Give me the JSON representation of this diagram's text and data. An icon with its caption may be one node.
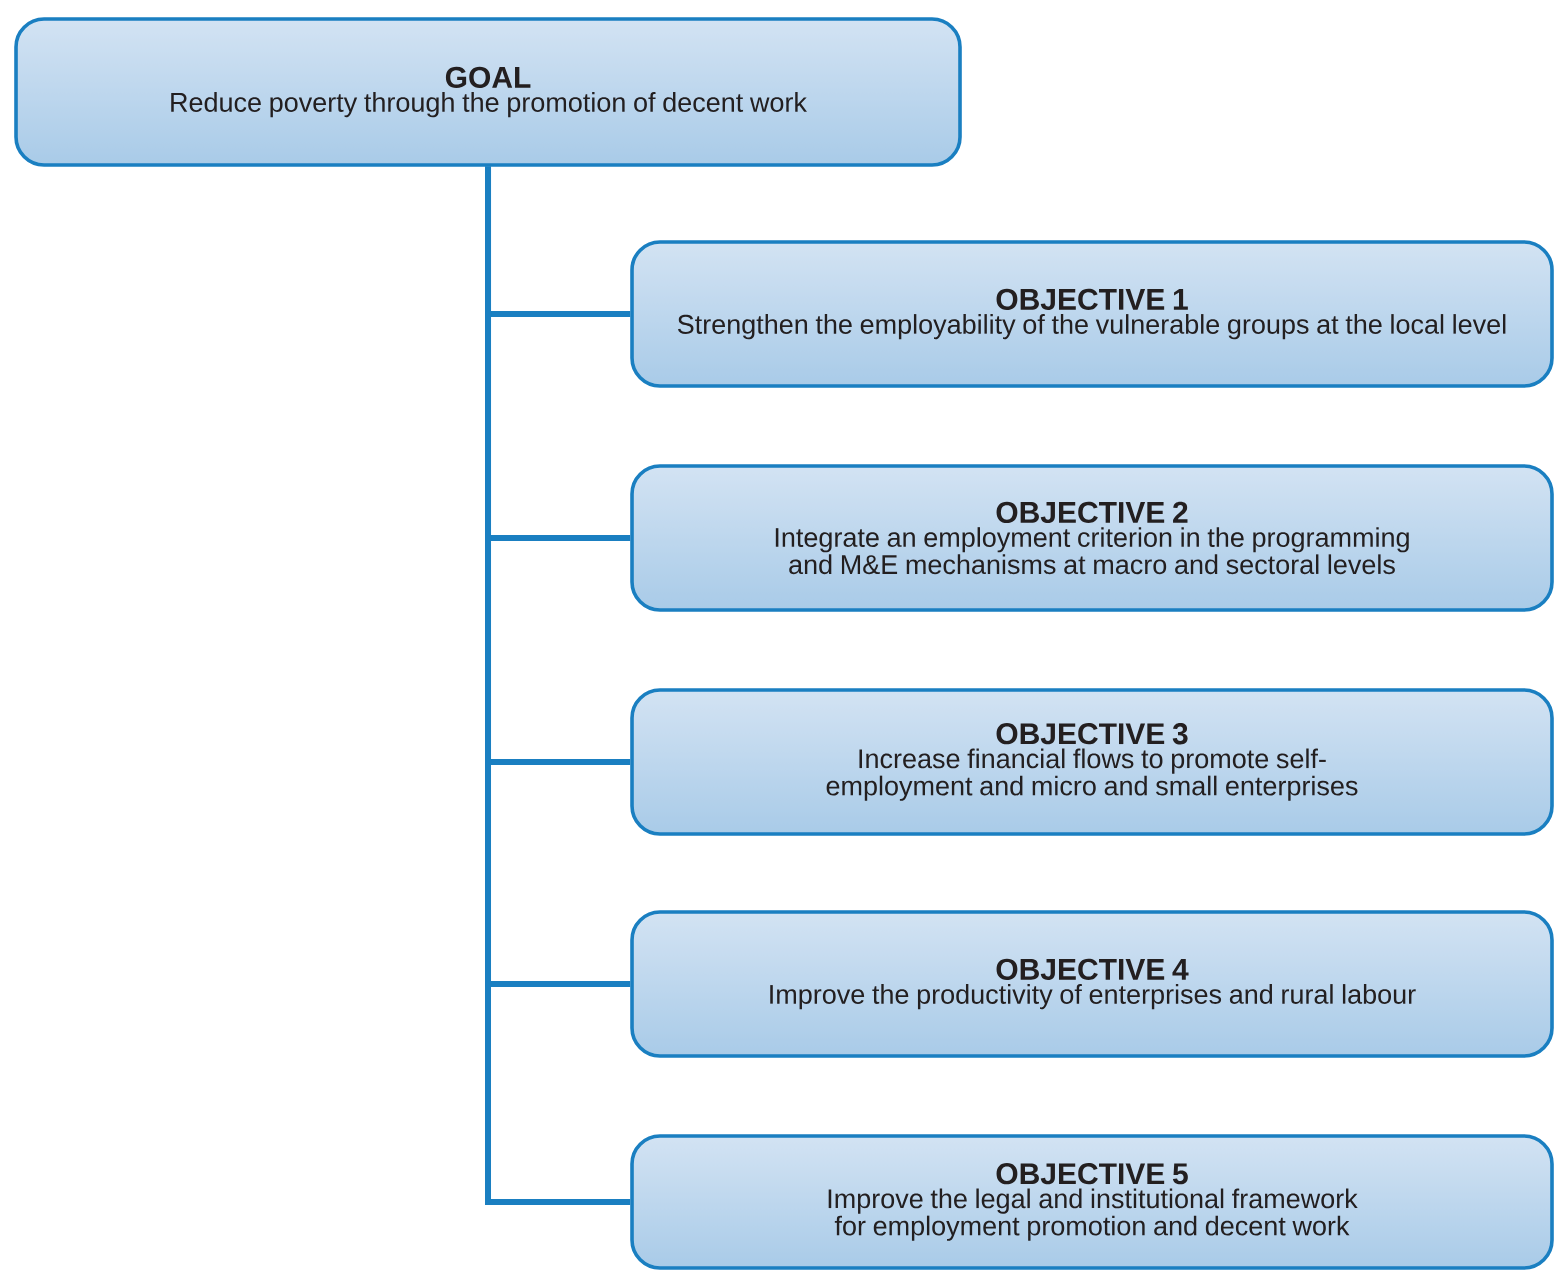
{
  "diagram": {
    "nodes": [
      {
        "text": [
          "GOAL",
          "Reduce poverty through the promotion of decent work"
        ]
      },
      {
        "text": [
          "OBJECTIVE 1",
          "Strengthen the employability of the vulnerable groups at the local level"
        ]
      },
      {
        "text": [
          "OBJECTIVE 2",
          "Integrate an employment criterion in the programming and M&E mechanisms at macro and sectoral levels"
        ]
      },
      {
        "text": [
          "OBJECTIVE 3",
          "Increase financial flows to promote self-employment and micro and small enterprises"
        ]
      },
      {
        "text": [
          "OBJECTIVE 4",
          "Improve the productivity of enterprises and rural labour"
        ]
      },
      {
        "text": [
          "OBJECTIVE 5",
          "Improve the legal and institutional framework for employment promotion and decent work"
        ]
      }
    ],
    "edges": [
      {
        "from": 0,
        "to": 1,
        "arrow": "none"
      },
      {
        "from": 0,
        "to": 2,
        "arrow": "none"
      },
      {
        "from": 0,
        "to": 3,
        "arrow": "none"
      },
      {
        "from": 0,
        "to": 4,
        "arrow": "none"
      },
      {
        "from": 0,
        "to": 5,
        "arrow": "none"
      }
    ]
  }
}
